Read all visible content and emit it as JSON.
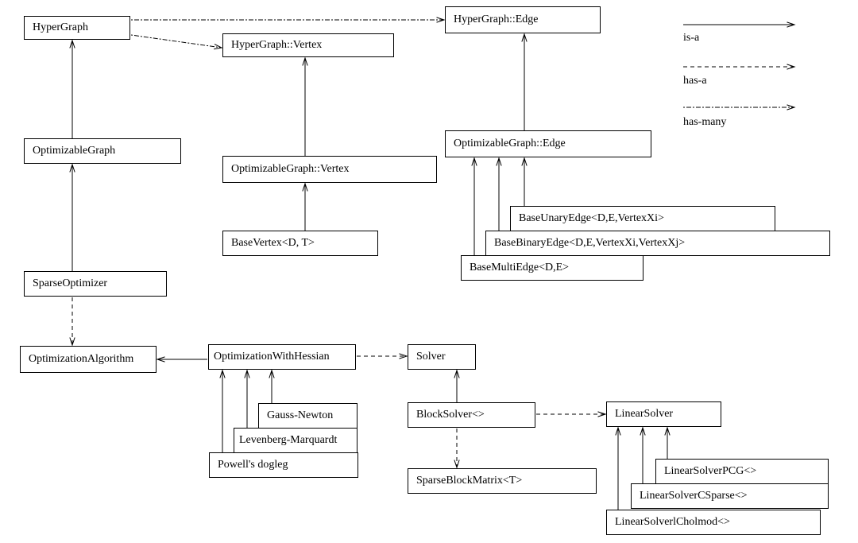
{
  "nodes": {
    "hypergraph": "HyperGraph",
    "hypergraph_vertex": "HyperGraph::Vertex",
    "hypergraph_edge": "HyperGraph::Edge",
    "optimizable_graph": "OptimizableGraph",
    "optimizable_graph_vertex": "OptimizableGraph::Vertex",
    "optimizable_graph_edge": "OptimizableGraph::Edge",
    "base_vertex": "BaseVertex<D, T>",
    "base_unary_edge": "BaseUnaryEdge<D,E,VertexXi>",
    "base_binary_edge": "BaseBinaryEdge<D,E,VertexXi,VertexXj>",
    "base_multi_edge": "BaseMultiEdge<D,E>",
    "sparse_optimizer": "SparseOptimizer",
    "optimization_algorithm": "OptimizationAlgorithm",
    "optimization_with_hessian": "OptimizationWithHessian",
    "solver": "Solver",
    "gauss_newton": "Gauss-Newton",
    "levenberg_marquardt": "Levenberg-Marquardt",
    "powells_dogleg": "Powell's dogleg",
    "block_solver": "BlockSolver<>",
    "linear_solver": "LinearSolver",
    "sparse_block_matrix": "SparseBlockMatrix<T>",
    "linear_solver_pcg": "LinearSolverPCG<>",
    "linear_solver_csparse": "LinearSolverCSparse<>",
    "linear_solver_cholmod": "LinearSolverlCholmod<>"
  },
  "legend": {
    "is_a": "is-a",
    "has_a": "has-a",
    "has_many": "has-many"
  },
  "relations": [
    {
      "from": "optimizable_graph",
      "to": "hypergraph",
      "type": "is-a"
    },
    {
      "from": "sparse_optimizer",
      "to": "optimizable_graph",
      "type": "is-a"
    },
    {
      "from": "hypergraph",
      "to": "hypergraph_vertex",
      "type": "has-many"
    },
    {
      "from": "hypergraph",
      "to": "hypergraph_edge",
      "type": "has-many"
    },
    {
      "from": "optimizable_graph_vertex",
      "to": "hypergraph_vertex",
      "type": "is-a"
    },
    {
      "from": "base_vertex",
      "to": "optimizable_graph_vertex",
      "type": "is-a"
    },
    {
      "from": "optimizable_graph_edge",
      "to": "hypergraph_edge",
      "type": "is-a"
    },
    {
      "from": "base_unary_edge",
      "to": "optimizable_graph_edge",
      "type": "is-a"
    },
    {
      "from": "base_binary_edge",
      "to": "optimizable_graph_edge",
      "type": "is-a"
    },
    {
      "from": "base_multi_edge",
      "to": "optimizable_graph_edge",
      "type": "is-a"
    },
    {
      "from": "sparse_optimizer",
      "to": "optimization_algorithm",
      "type": "has-a"
    },
    {
      "from": "optimization_with_hessian",
      "to": "optimization_algorithm",
      "type": "is-a"
    },
    {
      "from": "optimization_with_hessian",
      "to": "solver",
      "type": "has-a"
    },
    {
      "from": "gauss_newton",
      "to": "optimization_with_hessian",
      "type": "is-a"
    },
    {
      "from": "levenberg_marquardt",
      "to": "optimization_with_hessian",
      "type": "is-a"
    },
    {
      "from": "powells_dogleg",
      "to": "optimization_with_hessian",
      "type": "is-a"
    },
    {
      "from": "block_solver",
      "to": "solver",
      "type": "is-a"
    },
    {
      "from": "block_solver",
      "to": "linear_solver",
      "type": "has-a"
    },
    {
      "from": "block_solver",
      "to": "sparse_block_matrix",
      "type": "has-a"
    },
    {
      "from": "linear_solver_pcg",
      "to": "linear_solver",
      "type": "is-a"
    },
    {
      "from": "linear_solver_csparse",
      "to": "linear_solver",
      "type": "is-a"
    },
    {
      "from": "linear_solver_cholmod",
      "to": "linear_solver",
      "type": "is-a"
    }
  ]
}
